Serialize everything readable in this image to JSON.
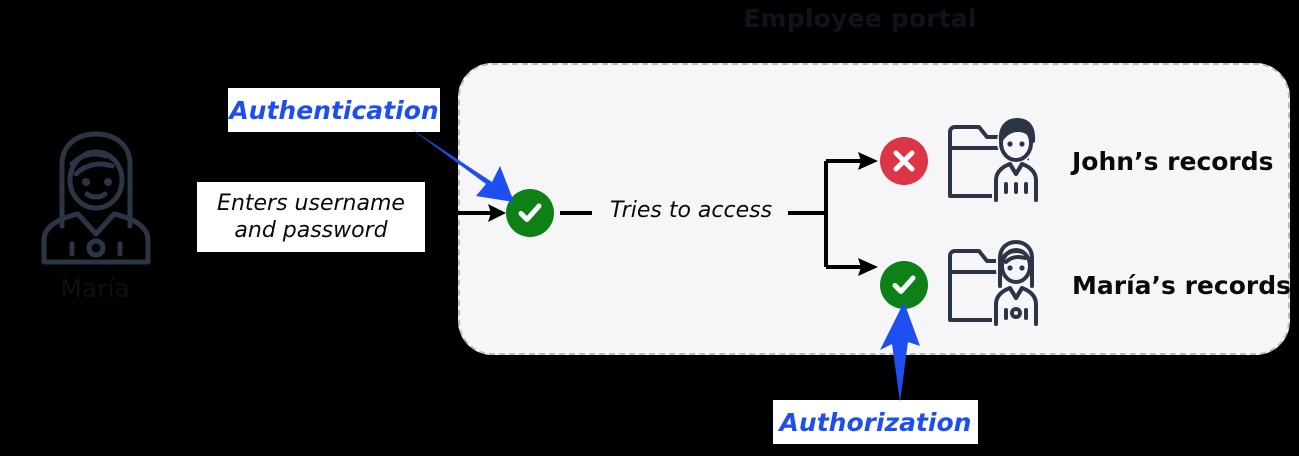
{
  "diagram": {
    "title": "Employee portal",
    "actor": {
      "name": "María",
      "icon": "woman-avatar-icon",
      "credentials_label": "Enters username and password"
    },
    "callouts": [
      {
        "id": "authentication",
        "label": "Authentication",
        "color": "#1d4ff0",
        "points_to": "auth-check-badge"
      },
      {
        "id": "authorization",
        "label": "Authorization",
        "color": "#1d4ff0",
        "points_to": "allow-check-badge"
      }
    ],
    "flow": {
      "access_label": "Tries to access",
      "auth_result": {
        "icon": "check-circle-icon",
        "state": "allowed",
        "color": "#0d8016"
      }
    },
    "records": [
      {
        "owner": "John",
        "label": "John’s records",
        "icon": "folder-person-male-icon",
        "access": "denied",
        "badge_icon": "x-circle-icon",
        "badge_color": "#dc3545"
      },
      {
        "owner": "María",
        "label": "María’s records",
        "icon": "folder-person-female-icon",
        "access": "allowed",
        "badge_icon": "check-circle-icon",
        "badge_color": "#0d8016"
      }
    ],
    "panel": {
      "fill": "#f6f6f8",
      "border": "#b9bcc4"
    },
    "background": "#000000"
  }
}
